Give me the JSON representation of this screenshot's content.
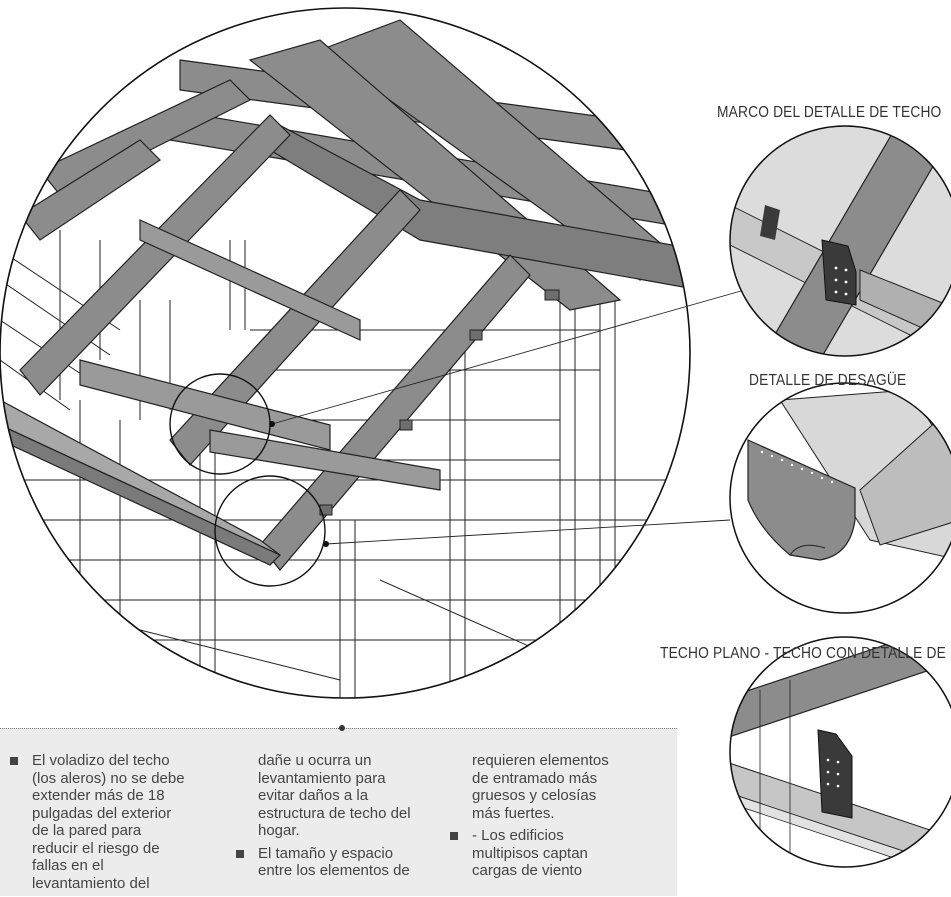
{
  "labels": {
    "roof_frame": "MARCO DEL DETALLE DE TECHO",
    "gutter": "DETALLE DE DESAGÜE",
    "flat_roof": "TECHO PLANO - TECHO CON DETALLE DE"
  },
  "notes": {
    "col1_item1": "El voladizo del techo (los aleros) no se debe extender más de 18 pulgadas del exterior de la pared para reducir el riesgo de fallas en el levantamiento del",
    "col2_cont": "dañe u ocurra un levantamiento para evitar daños a la estructura de techo del hogar.",
    "col2_item1": "El tamaño y espacio entre los elementos de",
    "col3_cont": "requieren elementos de entramado más gruesos y celosías más fuertes.",
    "col3_item1": "- Los edificios multipisos captan cargas de viento"
  },
  "colors": {
    "beam": "#8c8c8c",
    "beam_dark": "#6e6e6e",
    "beam_light": "#b4b4b4",
    "bracket": "#3a3a3a",
    "panel": "#ececec",
    "line": "#222222"
  },
  "icons": [
    "bracket-icon",
    "bullet-icon"
  ]
}
